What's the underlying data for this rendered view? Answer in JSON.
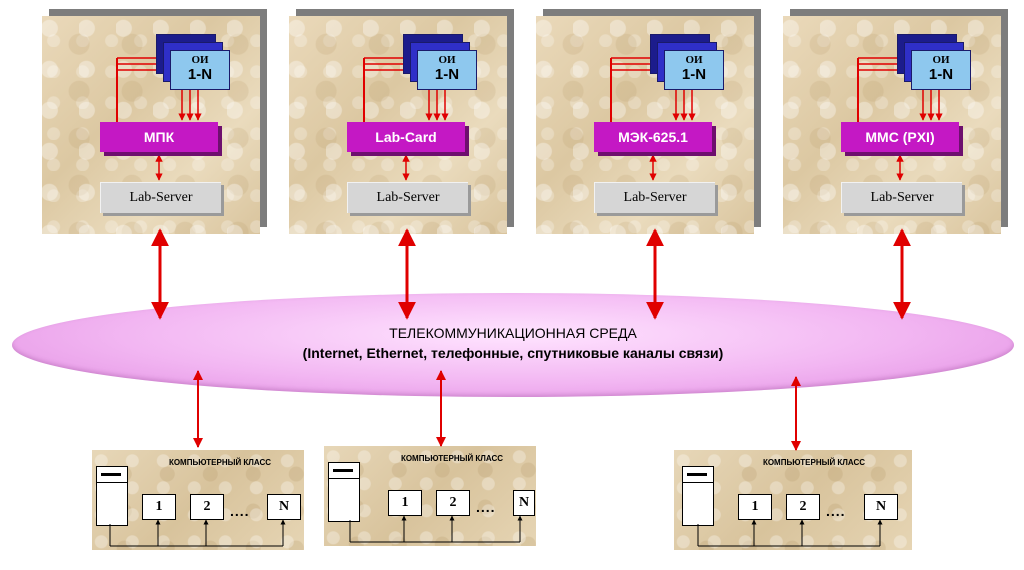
{
  "labs": [
    {
      "oi_line1": "ОИ",
      "oi_line2": "1-N",
      "module": "МПК",
      "server": "Lab-Server"
    },
    {
      "oi_line1": "ОИ",
      "oi_line2": "1-N",
      "module": "Lab-Card",
      "server": "Lab-Server"
    },
    {
      "oi_line1": "ОИ",
      "oi_line2": "1-N",
      "module": "МЭК-625.1",
      "server": "Lab-Server"
    },
    {
      "oi_line1": "ОИ",
      "oi_line2": "1-N",
      "module": "ММС (PXI)",
      "server": "Lab-Server"
    }
  ],
  "network": {
    "title": "ТЕЛЕКОММУНИКАЦИОННАЯ СРЕДА",
    "subtitle": "(Internet, Ethernet, телефонные, спутниковые каналы связи)"
  },
  "classrooms": [
    {
      "title": "КОМПЬЮТЕРНЫЙ КЛАСС",
      "ws1": "1",
      "ws2": "2",
      "dots": "....",
      "wsN": "N"
    },
    {
      "title": "КОМПЬЮТЕРНЫЙ КЛАСС",
      "ws1": "1",
      "ws2": "2",
      "dots": "....",
      "wsN": "N"
    },
    {
      "title": "КОМПЬЮТЕРНЫЙ КЛАСС",
      "ws1": "1",
      "ws2": "2",
      "dots": "....",
      "wsN": "N"
    }
  ],
  "colors": {
    "arrow": "#e00000",
    "module": "#c418c4",
    "network": "#f2b6f2",
    "server": "#d6d6d6",
    "oi_front": "#8ec8ee"
  }
}
